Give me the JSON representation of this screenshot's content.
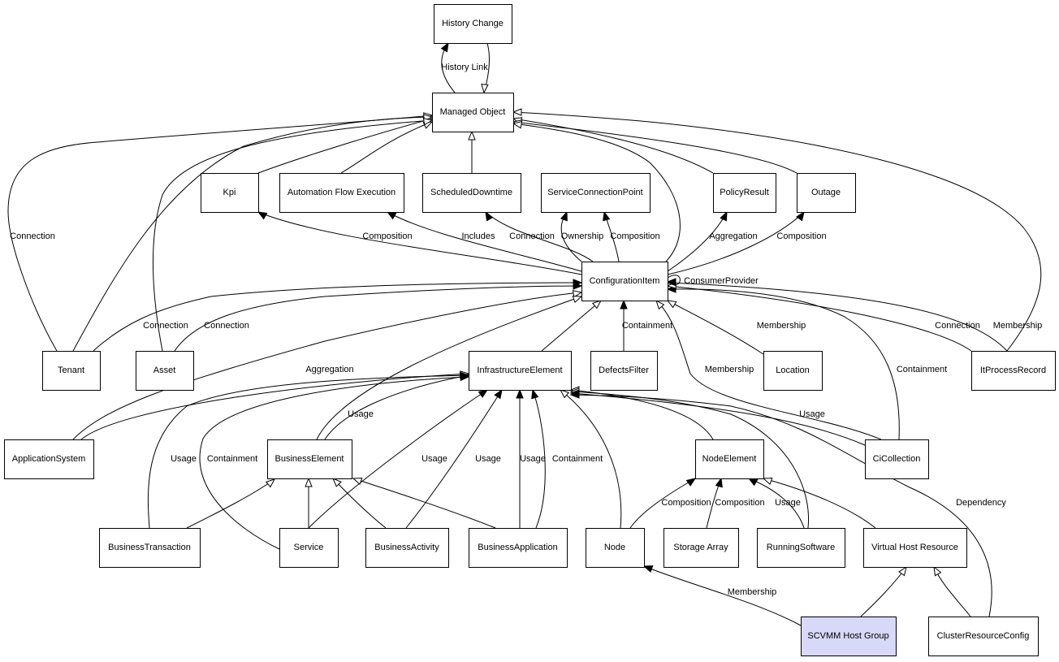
{
  "diagram": {
    "title": "Managed Object class relationship diagram",
    "highlight_color": "#d8d8f8",
    "nodes": [
      {
        "id": "history_change",
        "label": "History Change"
      },
      {
        "id": "managed_object",
        "label": "Managed Object"
      },
      {
        "id": "kpi",
        "label": "Kpi"
      },
      {
        "id": "automation_flow_execution",
        "label": "Automation Flow Execution"
      },
      {
        "id": "scheduled_downtime",
        "label": "ScheduledDowntime"
      },
      {
        "id": "service_connection_point",
        "label": "ServiceConnectionPoint"
      },
      {
        "id": "policy_result",
        "label": "PolicyResult"
      },
      {
        "id": "outage",
        "label": "Outage"
      },
      {
        "id": "configuration_item",
        "label": "ConfigurationItem"
      },
      {
        "id": "tenant",
        "label": "Tenant"
      },
      {
        "id": "asset",
        "label": "Asset"
      },
      {
        "id": "infrastructure_element",
        "label": "InfrastructureElement"
      },
      {
        "id": "defects_filter",
        "label": "DefectsFilter"
      },
      {
        "id": "location",
        "label": "Location"
      },
      {
        "id": "it_process_record",
        "label": "ItProcessRecord"
      },
      {
        "id": "application_system",
        "label": "ApplicationSystem"
      },
      {
        "id": "business_element",
        "label": "BusinessElement"
      },
      {
        "id": "node_element",
        "label": "NodeElement"
      },
      {
        "id": "ci_collection",
        "label": "CiCollection"
      },
      {
        "id": "business_transaction",
        "label": "BusinessTransaction"
      },
      {
        "id": "service",
        "label": "Service"
      },
      {
        "id": "business_activity",
        "label": "BusinessActivity"
      },
      {
        "id": "business_application",
        "label": "BusinessApplication"
      },
      {
        "id": "node",
        "label": "Node"
      },
      {
        "id": "storage_array",
        "label": "Storage Array"
      },
      {
        "id": "running_software",
        "label": "RunningSoftware"
      },
      {
        "id": "virtual_host_resource",
        "label": "Virtual Host Resource"
      },
      {
        "id": "scvmm_host_group",
        "label": "SCVMM Host Group",
        "highlighted": true
      },
      {
        "id": "cluster_resource_config",
        "label": "ClusterResourceConfig"
      }
    ],
    "edges": [
      {
        "from": "managed_object",
        "to": "history_change",
        "label": "History Link",
        "kind": "association"
      },
      {
        "from": "history_change",
        "to": "managed_object",
        "label": "",
        "kind": "inheritance"
      },
      {
        "from": "scheduled_downtime",
        "to": "managed_object",
        "label": "",
        "kind": "inheritance"
      },
      {
        "from": "kpi",
        "to": "managed_object",
        "label": "",
        "kind": "inheritance"
      },
      {
        "from": "automation_flow_execution",
        "to": "managed_object",
        "label": "",
        "kind": "inheritance"
      },
      {
        "from": "policy_result",
        "to": "managed_object",
        "label": "",
        "kind": "inheritance"
      },
      {
        "from": "outage",
        "to": "managed_object",
        "label": "",
        "kind": "inheritance"
      },
      {
        "from": "configuration_item",
        "to": "managed_object",
        "label": "",
        "kind": "inheritance"
      },
      {
        "from": "tenant",
        "to": "managed_object",
        "label": "Connection",
        "kind": "inheritance"
      },
      {
        "from": "tenant",
        "to": "managed_object",
        "label": "",
        "kind": "inheritance"
      },
      {
        "from": "asset",
        "to": "managed_object",
        "label": "",
        "kind": "inheritance"
      },
      {
        "from": "it_process_record",
        "to": "managed_object",
        "label": "",
        "kind": "inheritance"
      },
      {
        "from": "configuration_item",
        "to": "kpi",
        "label": "Composition",
        "kind": "association"
      },
      {
        "from": "configuration_item",
        "to": "automation_flow_execution",
        "label": "Includes",
        "kind": "association"
      },
      {
        "from": "configuration_item",
        "to": "scheduled_downtime",
        "label": "Connection",
        "kind": "association"
      },
      {
        "from": "configuration_item",
        "to": "service_connection_point",
        "label": "Ownership",
        "kind": "association"
      },
      {
        "from": "configuration_item",
        "to": "service_connection_point",
        "label": "Composition",
        "kind": "association"
      },
      {
        "from": "configuration_item",
        "to": "policy_result",
        "label": "Aggregation",
        "kind": "association"
      },
      {
        "from": "configuration_item",
        "to": "outage",
        "label": "Composition",
        "kind": "association"
      },
      {
        "from": "configuration_item",
        "to": "configuration_item",
        "label": "ConsumerProvider",
        "kind": "association"
      },
      {
        "from": "tenant",
        "to": "configuration_item",
        "label": "Connection",
        "kind": "association"
      },
      {
        "from": "asset",
        "to": "configuration_item",
        "label": "Connection",
        "kind": "association"
      },
      {
        "from": "application_system",
        "to": "configuration_item",
        "label": "Aggregation",
        "kind": "inheritance"
      },
      {
        "from": "infrastructure_element",
        "to": "configuration_item",
        "label": "",
        "kind": "inheritance"
      },
      {
        "from": "defects_filter",
        "to": "configuration_item",
        "label": "Containment",
        "kind": "association"
      },
      {
        "from": "location",
        "to": "configuration_item",
        "label": "Membership",
        "kind": "inheritance"
      },
      {
        "from": "ci_collection",
        "to": "configuration_item",
        "label": "Membership",
        "kind": "inheritance"
      },
      {
        "from": "ci_collection",
        "to": "configuration_item",
        "label": "Containment",
        "kind": "association"
      },
      {
        "from": "it_process_record",
        "to": "configuration_item",
        "label": "Connection",
        "kind": "inheritance"
      },
      {
        "from": "it_process_record",
        "to": "configuration_item",
        "label": "Membership",
        "kind": "association"
      },
      {
        "from": "business_element",
        "to": "configuration_item",
        "label": "",
        "kind": "inheritance"
      },
      {
        "from": "application_system",
        "to": "infrastructure_element",
        "label": "",
        "kind": "inheritance"
      },
      {
        "from": "business_element",
        "to": "infrastructure_element",
        "label": "Usage",
        "kind": "association"
      },
      {
        "from": "business_transaction",
        "to": "infrastructure_element",
        "label": "Usage",
        "kind": "association"
      },
      {
        "from": "service",
        "to": "infrastructure_element",
        "label": "Containment",
        "kind": "association"
      },
      {
        "from": "service",
        "to": "infrastructure_element",
        "label": "Usage",
        "kind": "association"
      },
      {
        "from": "business_activity",
        "to": "infrastructure_element",
        "label": "Usage",
        "kind": "association"
      },
      {
        "from": "business_application",
        "to": "infrastructure_element",
        "label": "Usage",
        "kind": "association"
      },
      {
        "from": "business_application",
        "to": "infrastructure_element",
        "label": "Containment",
        "kind": "association"
      },
      {
        "from": "node",
        "to": "infrastructure_element",
        "label": "",
        "kind": "inheritance"
      },
      {
        "from": "node_element",
        "to": "infrastructure_element",
        "label": "",
        "kind": "inheritance"
      },
      {
        "from": "running_software",
        "to": "infrastructure_element",
        "label": "",
        "kind": "inheritance"
      },
      {
        "from": "ci_collection",
        "to": "infrastructure_element",
        "label": "Usage",
        "kind": "association"
      },
      {
        "from": "cluster_resource_config",
        "to": "infrastructure_element",
        "label": "Dependency",
        "kind": "association"
      },
      {
        "from": "business_transaction",
        "to": "business_element",
        "label": "",
        "kind": "inheritance"
      },
      {
        "from": "service",
        "to": "business_element",
        "label": "",
        "kind": "inheritance"
      },
      {
        "from": "business_activity",
        "to": "business_element",
        "label": "",
        "kind": "inheritance"
      },
      {
        "from": "business_application",
        "to": "business_element",
        "label": "",
        "kind": "inheritance"
      },
      {
        "from": "node",
        "to": "node_element",
        "label": "Composition",
        "kind": "association"
      },
      {
        "from": "storage_array",
        "to": "node_element",
        "label": "Composition",
        "kind": "association"
      },
      {
        "from": "running_software",
        "to": "node_element",
        "label": "Usage",
        "kind": "association"
      },
      {
        "from": "virtual_host_resource",
        "to": "node_element",
        "label": "",
        "kind": "inheritance"
      },
      {
        "from": "scvmm_host_group",
        "to": "node",
        "label": "Membership",
        "kind": "association"
      },
      {
        "from": "scvmm_host_group",
        "to": "virtual_host_resource",
        "label": "",
        "kind": "inheritance"
      },
      {
        "from": "cluster_resource_config",
        "to": "virtual_host_resource",
        "label": "",
        "kind": "inheritance"
      }
    ]
  }
}
